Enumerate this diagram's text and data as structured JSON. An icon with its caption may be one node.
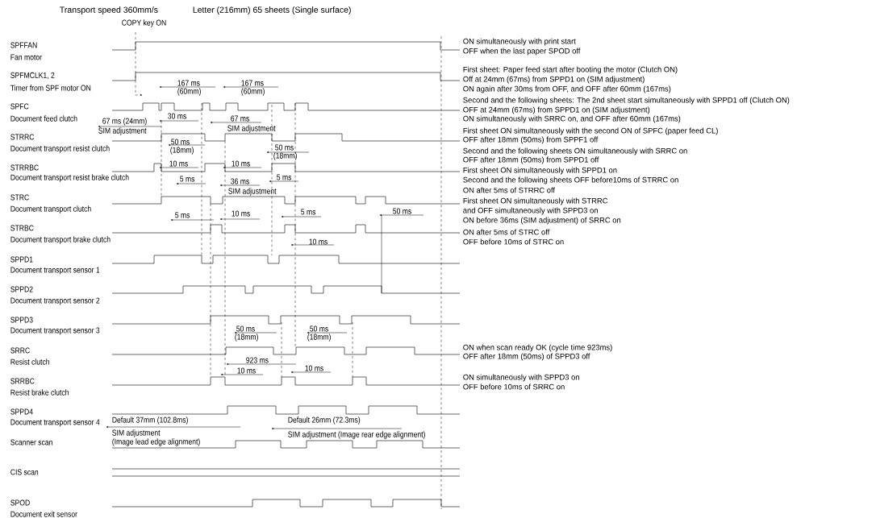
{
  "diagram": {
    "labels": [
      "Transport speed 360mm/s",
      "Letter (216mm) 65 sheets (Single surface)",
      "COPY key ON",
      "SPFFAN",
      "Fan motor",
      "SPFMCLK1, 2",
      "Timer from SPF motor ON",
      "SPFC",
      "Document feed clutch",
      "STRRC",
      "Document transport resist clutch",
      "STRRBC",
      "Document transport resist brake clutch",
      "STRC",
      "Document transport clutch",
      "STRBC",
      "Document transport brake clutch",
      "SPPD1",
      "Document transport sensor 1",
      "SPPD2",
      "Document transport sensor 2",
      "SPPD3",
      "Document transport sensor 3",
      "SRRC",
      "Resist clutch",
      "SRRBC",
      "Resist brake clutch",
      "SPPD4",
      "Document transport sensor 4",
      "Scanner scan",
      "CIS scan",
      "SPOD",
      "Document exit sensor",
      "167 ms",
      "(60mm)",
      "167 ms",
      "(60mm)",
      "30 ms",
      "67 ms (24mm)",
      "SIM adjustment",
      "67 ms",
      "SIM adjustment",
      "50 ms",
      "(18mm)",
      "50 ms",
      "(18mm)",
      "10 ms",
      "10 ms",
      "5 ms",
      "5 ms",
      "36 ms",
      "SIM adjustment",
      "5 ms",
      "10 ms",
      "5 ms",
      "50 ms",
      "10 ms",
      "50 ms",
      "(18mm)",
      "50 ms",
      "(18mm)",
      "923 ms",
      "10 ms",
      "10 ms",
      "Default 37mm (102.8ms)",
      "SIM adjustment",
      "(Image lead edge alignment)",
      "Default 26mm (72.3ms)",
      "SIM adjustment (Image rear edge alignment)",
      "ON simultaneously with print start",
      "OFF when the last paper SPOD off",
      "First sheet: Paper feed start after booting the motor (Clutch ON)",
      "Off at 24mm (67ms) from SPPD1 on (SIM adjustment)",
      "ON again after 30ms from OFF, and OFF after 60mm (167ms)",
      "Second and the following sheets: The 2nd sheet start simultaneously with SPPD1 off (Clutch ON)",
      "OFF at 24mm (67ms) from SPPD1 on (SIM adjustment)",
      "ON simultaneously with SRRC on, and OFF after 60mm (167ms)",
      "First sheet ON simultaneously with the second ON of SPFC (paper feed CL)",
      "OFF after 18mm (50ms) from SPPF1 off",
      "Second and the following sheets ON simultaneously with SRRC on",
      "OFF after 18mm (50ms) from SPPD1 off",
      "First sheet ON simultaneously with SPPD1 on",
      "Second and the following sheets OFF before10ms of STRRC on",
      "ON after 5ms of STRRC off",
      "First sheet ON simultaneously with STRRC",
      "and OFF simultaneously with SPPD3 on",
      "ON before 36ms (SIM adjustment) of SRRC on",
      "ON after 5ms of STRC off",
      "OFF before 10ms of STRC on",
      "ON when scan ready OK (cycle time 923ms)",
      "OFF after 18mm (50ms) of SPPD3 off",
      "ON simultaneously with SPPD3 on",
      "OFF before 10ms of SRRC on"
    ]
  }
}
